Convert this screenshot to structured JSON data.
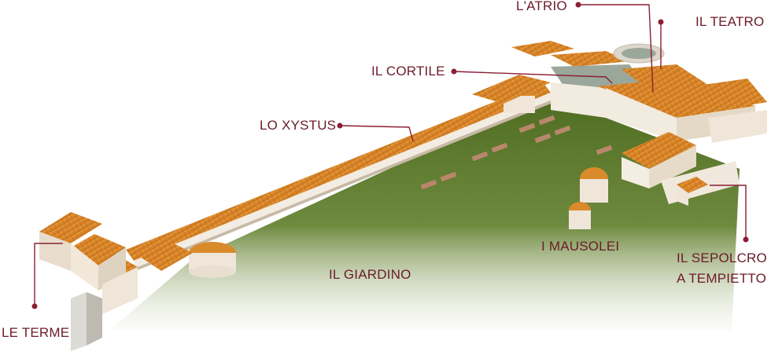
{
  "labels": {
    "atrio": "L'ATRIO",
    "teatro": "IL TEATRO",
    "cortile": "IL CORTILE",
    "xystus": "LO XYSTUS",
    "giardino": "IL GIARDINO",
    "mausolei": "I MAUSOLEI",
    "sepolcro_line1": "IL SEPOLCRO",
    "sepolcro_line2": "A TEMPIETTO",
    "terme": "LE TERME"
  },
  "colors": {
    "grass": "#5f7a2e",
    "roof": "#d98a2b",
    "wall": "#f3ece2",
    "leader": "#8b1e34"
  }
}
